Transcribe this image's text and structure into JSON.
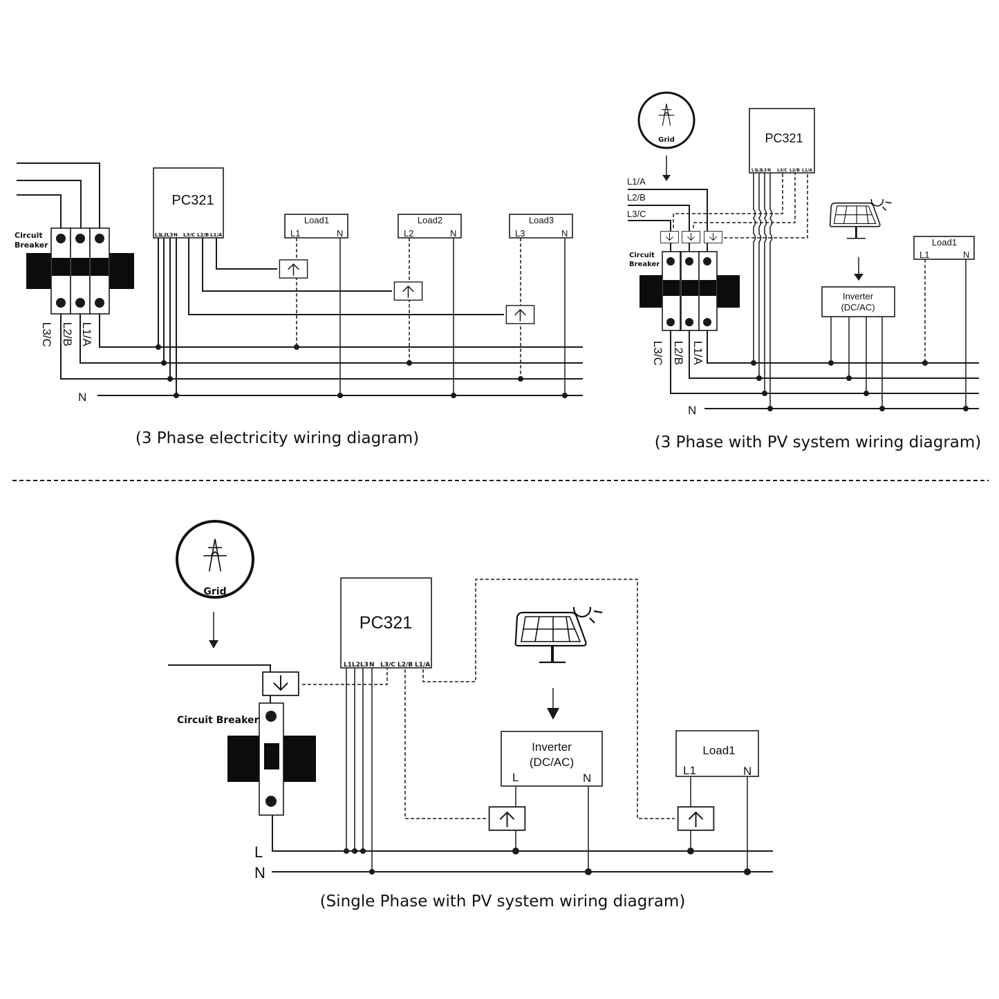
{
  "diagrams": {
    "three_phase": {
      "caption": "(3 Phase electricity wiring diagram)",
      "meter": {
        "title": "PC321",
        "terminals": [
          "L1",
          "L2",
          "L3",
          "N",
          "L3/C",
          "L2/B",
          "L1/A"
        ]
      },
      "breaker_label_1": "Circuit",
      "breaker_label_2": "Breaker",
      "phase_labels": [
        "L3/C",
        "L2/B",
        "L1/A"
      ],
      "neutral_label": "N",
      "loads": [
        {
          "name": "Load1",
          "line": "L1",
          "neutral": "N"
        },
        {
          "name": "Load2",
          "line": "L2",
          "neutral": "N"
        },
        {
          "name": "Load3",
          "line": "L3",
          "neutral": "N"
        }
      ]
    },
    "three_phase_pv": {
      "caption": "(3 Phase with PV system wiring diagram)",
      "grid_label": "Grid",
      "meter": {
        "title": "PC321",
        "terminals": [
          "L1",
          "L2",
          "L3",
          "N",
          "L3/C",
          "L2/B",
          "L1/A"
        ]
      },
      "input_labels": [
        "L1/A",
        "L2/B",
        "L3/C"
      ],
      "breaker_label_1": "Circuit",
      "breaker_label_2": "Breaker",
      "phase_labels": [
        "L3/C",
        "L2/B",
        "L1/A"
      ],
      "neutral_label": "N",
      "inverter": {
        "line1": "Inverter",
        "line2": "(DC/AC)"
      },
      "load": {
        "name": "Load1",
        "line": "L1",
        "neutral": "N"
      }
    },
    "single_phase_pv": {
      "caption": "(Single Phase with PV system wiring diagram)",
      "grid_label": "Grid",
      "meter": {
        "title": "PC321",
        "terminals": [
          "L1",
          "L2",
          "L3",
          "N",
          "L3/C",
          "L2/B",
          "L1/A"
        ]
      },
      "breaker_label": "Circuit Breaker",
      "line_label": "L",
      "neutral_label": "N",
      "inverter": {
        "line1": "Inverter",
        "line2": "(DC/AC)",
        "line": "L",
        "neutral": "N"
      },
      "load": {
        "name": "Load1",
        "line": "L1",
        "neutral": "N"
      }
    }
  }
}
